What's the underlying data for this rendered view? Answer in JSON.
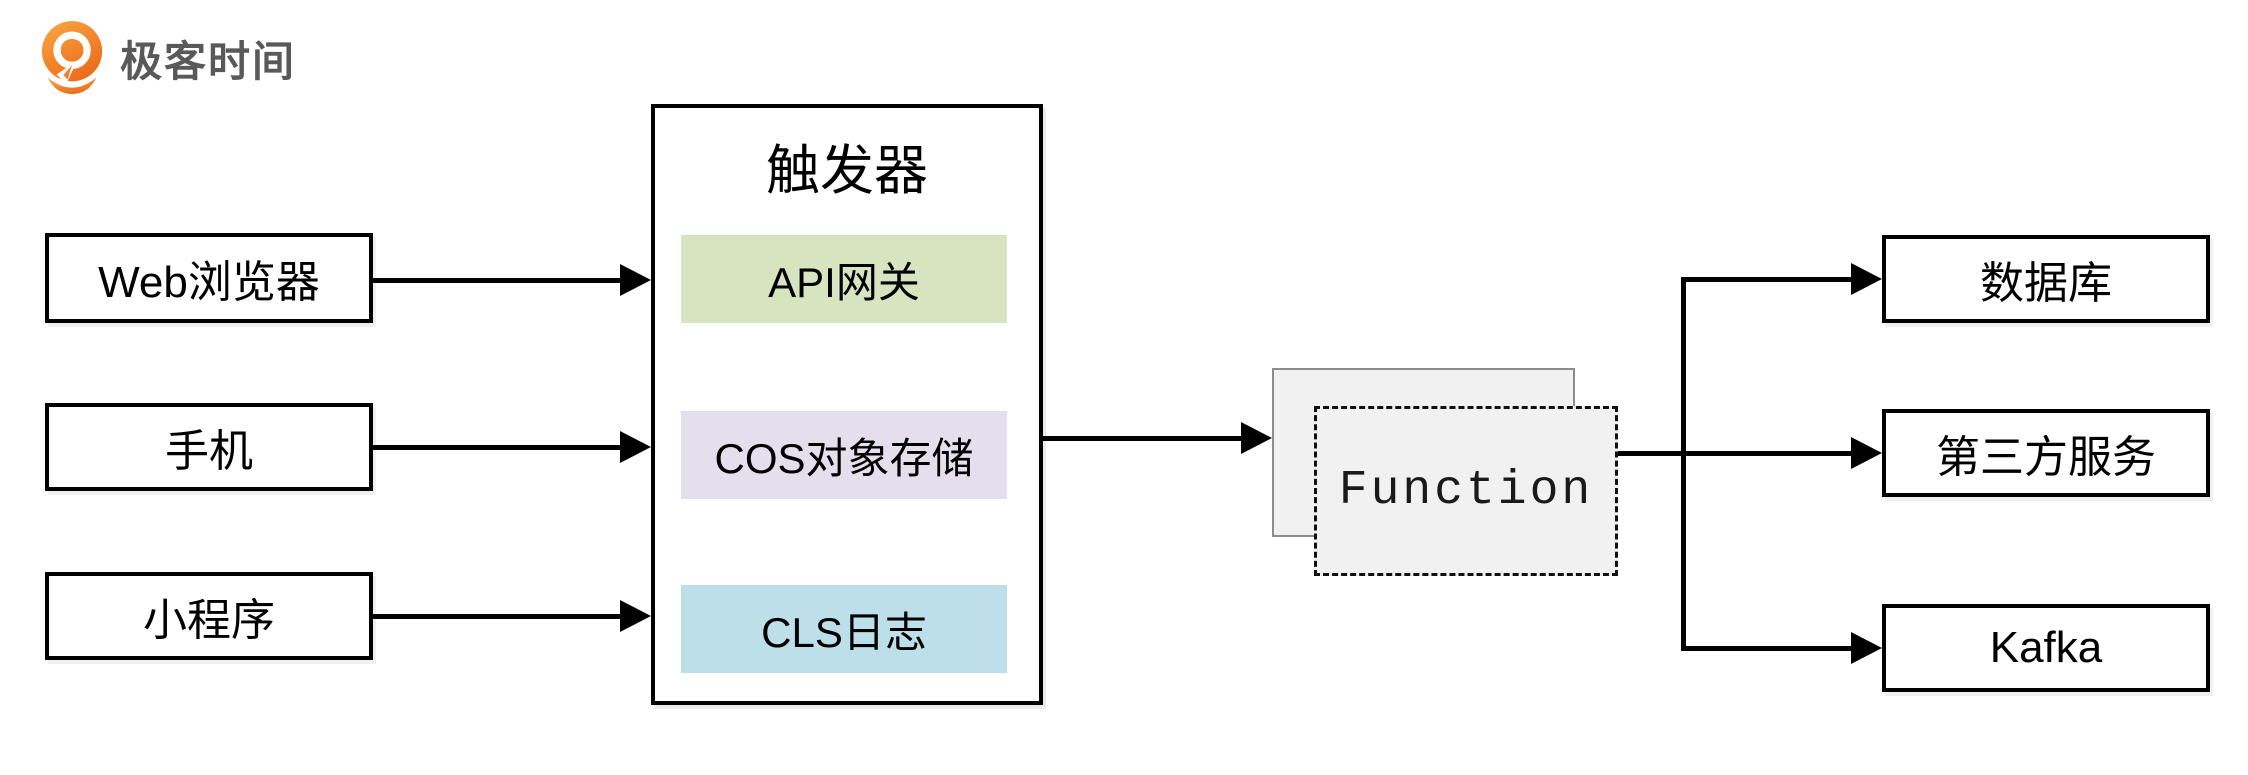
{
  "logo": {
    "brand": "极客时间",
    "icon": "geektime-pin-icon",
    "icon_color_top": "#f9a843",
    "icon_color_bottom": "#ec6c1c",
    "text_color": "#595959"
  },
  "colors": {
    "line": "#000000",
    "node_border": "#000000",
    "node_bg": "#ffffff",
    "function_bg": "#f1f1f1",
    "function_back_border": "#8c8c8c"
  },
  "diagram": {
    "sources": [
      {
        "label": "Web浏览器"
      },
      {
        "label": "手机"
      },
      {
        "label": "小程序"
      }
    ],
    "trigger": {
      "title": "触发器",
      "items": [
        {
          "label": "API网关",
          "color": "#d8e3c0"
        },
        {
          "label": "COS对象存储",
          "color": "#e4dfec"
        },
        {
          "label": "CLS日志",
          "color": "#bcdfe9"
        }
      ]
    },
    "function": {
      "label": "Function"
    },
    "targets": [
      {
        "label": "数据库"
      },
      {
        "label": "第三方服务"
      },
      {
        "label": "Kafka"
      }
    ]
  }
}
